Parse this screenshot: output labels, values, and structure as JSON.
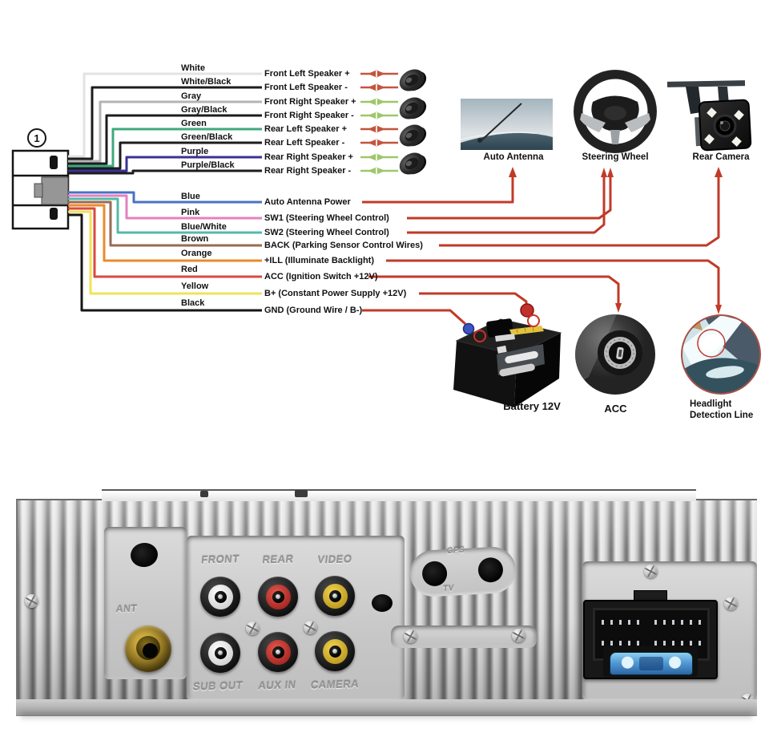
{
  "diagram": {
    "connector_label": "1",
    "red_line_color": "#c13a28",
    "speaker_pair_colors": [
      "#c4543e",
      "#9ec76a",
      "#c4543e",
      "#9ec76a"
    ],
    "wires": [
      {
        "name": "White",
        "color": "#e3e3e3",
        "function": "Front Left Speaker +"
      },
      {
        "name": "White/Black",
        "color": "#1c1c1c",
        "function": "Front Left Speaker -"
      },
      {
        "name": "Gray",
        "color": "#b4b4b4",
        "function": "Front Right Speaker +"
      },
      {
        "name": "Gray/Black",
        "color": "#1c1c1c",
        "function": "Front Right Speaker -"
      },
      {
        "name": "Green",
        "color": "#3fa97d",
        "function": "Rear Left Speaker +"
      },
      {
        "name": "Green/Black",
        "color": "#1c1c1c",
        "function": "Rear Left Speaker -"
      },
      {
        "name": "Purple",
        "color": "#3c3193",
        "function": "Rear Right Speaker +"
      },
      {
        "name": "Purple/Black",
        "color": "#1c1c1c",
        "function": "Rear Right Speaker -"
      },
      {
        "name": "Blue",
        "color": "#4a72c4",
        "function": "Auto Antenna Power"
      },
      {
        "name": "Pink",
        "color": "#e381c1",
        "function": "SW1 (Steering Wheel Control)"
      },
      {
        "name": "Blue/White",
        "color": "#56b9a8",
        "function": "SW2 (Steering Wheel Control)"
      },
      {
        "name": "Brown",
        "color": "#9a6a52",
        "function": "BACK (Parking Sensor Control Wires)"
      },
      {
        "name": "Orange",
        "color": "#e98b2d",
        "function": "+ILL (Illuminate Backlight)"
      },
      {
        "name": "Red",
        "color": "#d94a42",
        "function": "ACC (Ignition Switch +12V)"
      },
      {
        "name": "Yellow",
        "color": "#efe359",
        "function": "B+ (Constant Power Supply +12V)"
      },
      {
        "name": "Black",
        "color": "#161616",
        "function": "GND (Ground Wire / B-)"
      }
    ],
    "captions": {
      "auto_antenna": "Auto Antenna",
      "steering_wheel": "Steering Wheel",
      "rear_camera": "Rear Camera",
      "battery": "Battery 12V",
      "acc": "ACC",
      "headlight": "Headlight\nDetection Line"
    }
  },
  "unit": {
    "ant": "ANT",
    "gps": "GPS",
    "tv": "TV",
    "rca_top": [
      "FRONT",
      "REAR",
      "VIDEO"
    ],
    "rca_bottom": [
      "SUB OUT",
      "AUX IN",
      "CAMERA"
    ]
  }
}
